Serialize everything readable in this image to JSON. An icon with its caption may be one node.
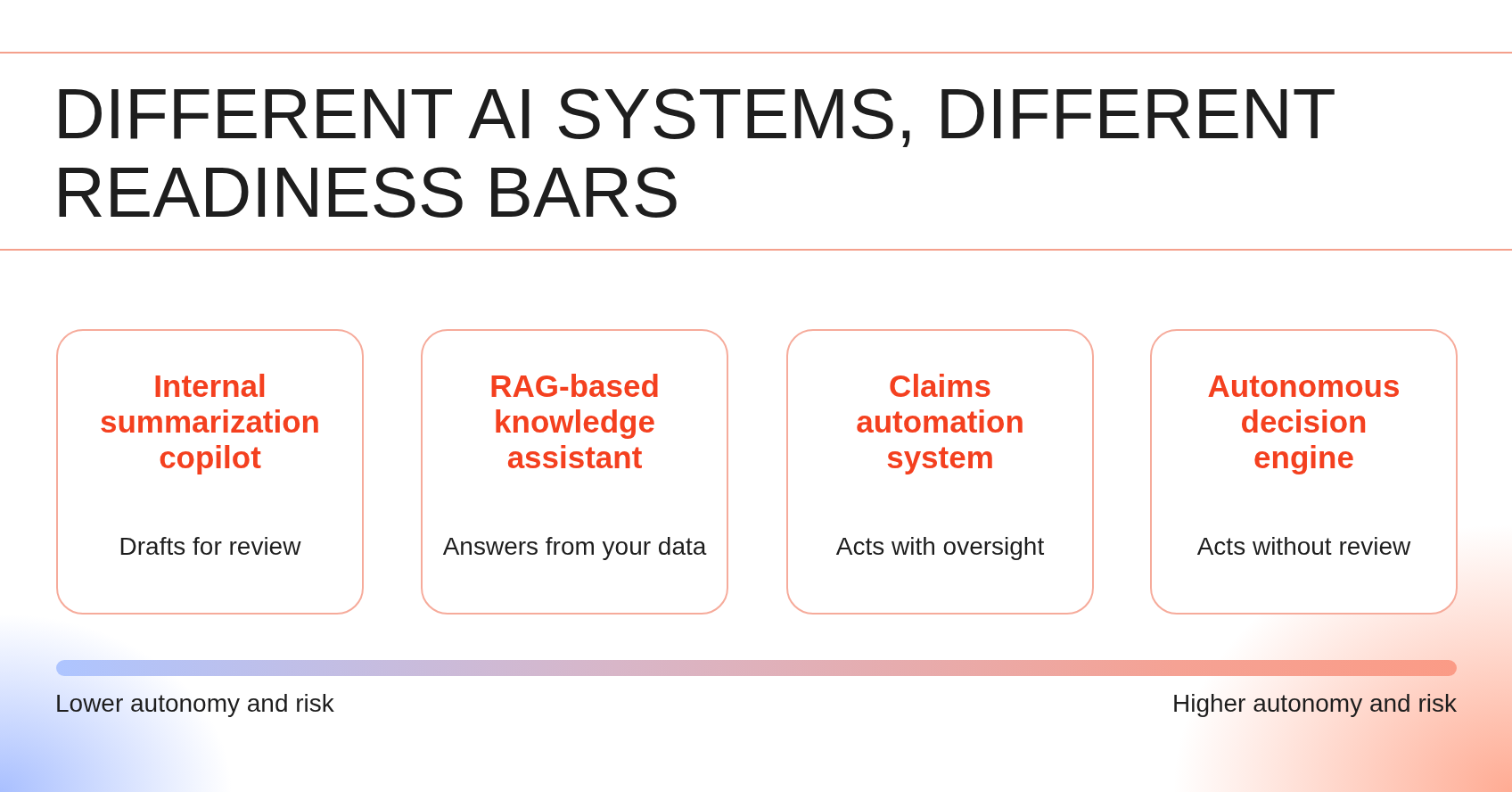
{
  "diagram": {
    "title": "DIFFERENT AI SYSTEMS, DIFFERENT READINESS BARS",
    "nodes": [
      {
        "text": [
          "Internal summarization copilot",
          "Drafts for review"
        ]
      },
      {
        "text": [
          "RAG-based knowledge assistant",
          "Answers from your data"
        ]
      },
      {
        "text": [
          "Claims automation system",
          "Acts with oversight"
        ]
      },
      {
        "text": [
          "Autonomous decision engine",
          "Acts without review"
        ]
      },
      {
        "text": [],
        "shape": "bar"
      }
    ],
    "labels": [
      "Lower autonomy and risk",
      "Higher autonomy and risk"
    ]
  }
}
